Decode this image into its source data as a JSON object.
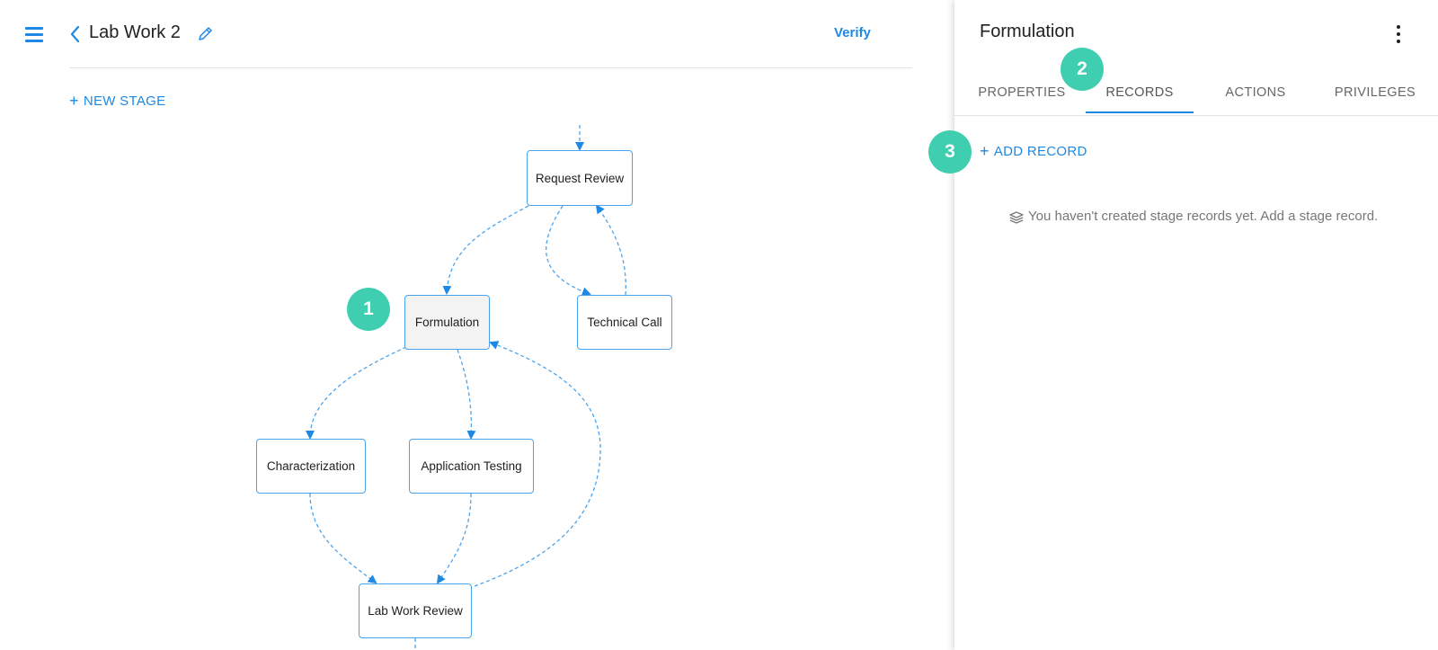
{
  "header": {
    "title": "Lab Work 2",
    "verify_label": "Verify",
    "new_stage_label": "NEW STAGE"
  },
  "workflow": {
    "nodes": {
      "request_review": "Request Review",
      "formulation": "Formulation",
      "technical_call": "Technical Call",
      "characterization": "Characterization",
      "application_testing": "Application Testing",
      "lab_work_review": "Lab Work Review"
    },
    "selected_node": "Formulation"
  },
  "panel": {
    "title": "Formulation",
    "tabs": [
      {
        "label": "PROPERTIES"
      },
      {
        "label": "RECORDS"
      },
      {
        "label": "ACTIONS"
      },
      {
        "label": "PRIVILEGES"
      }
    ],
    "active_tab": "RECORDS",
    "add_record_label": "ADD RECORD",
    "empty_message": "You haven't created stage records yet. Add a stage record."
  },
  "badges": [
    "1",
    "2",
    "3"
  ],
  "colors": {
    "accent": "#1e88e5",
    "node_border": "#4ba3ec",
    "badge": "#3fcfb0",
    "selected_node_bg": "#f3f3f3"
  },
  "icons": [
    "menu-icon",
    "back-chevron-icon",
    "pencil-icon",
    "more-vertical-icon",
    "stack-icon",
    "plus-icon"
  ]
}
